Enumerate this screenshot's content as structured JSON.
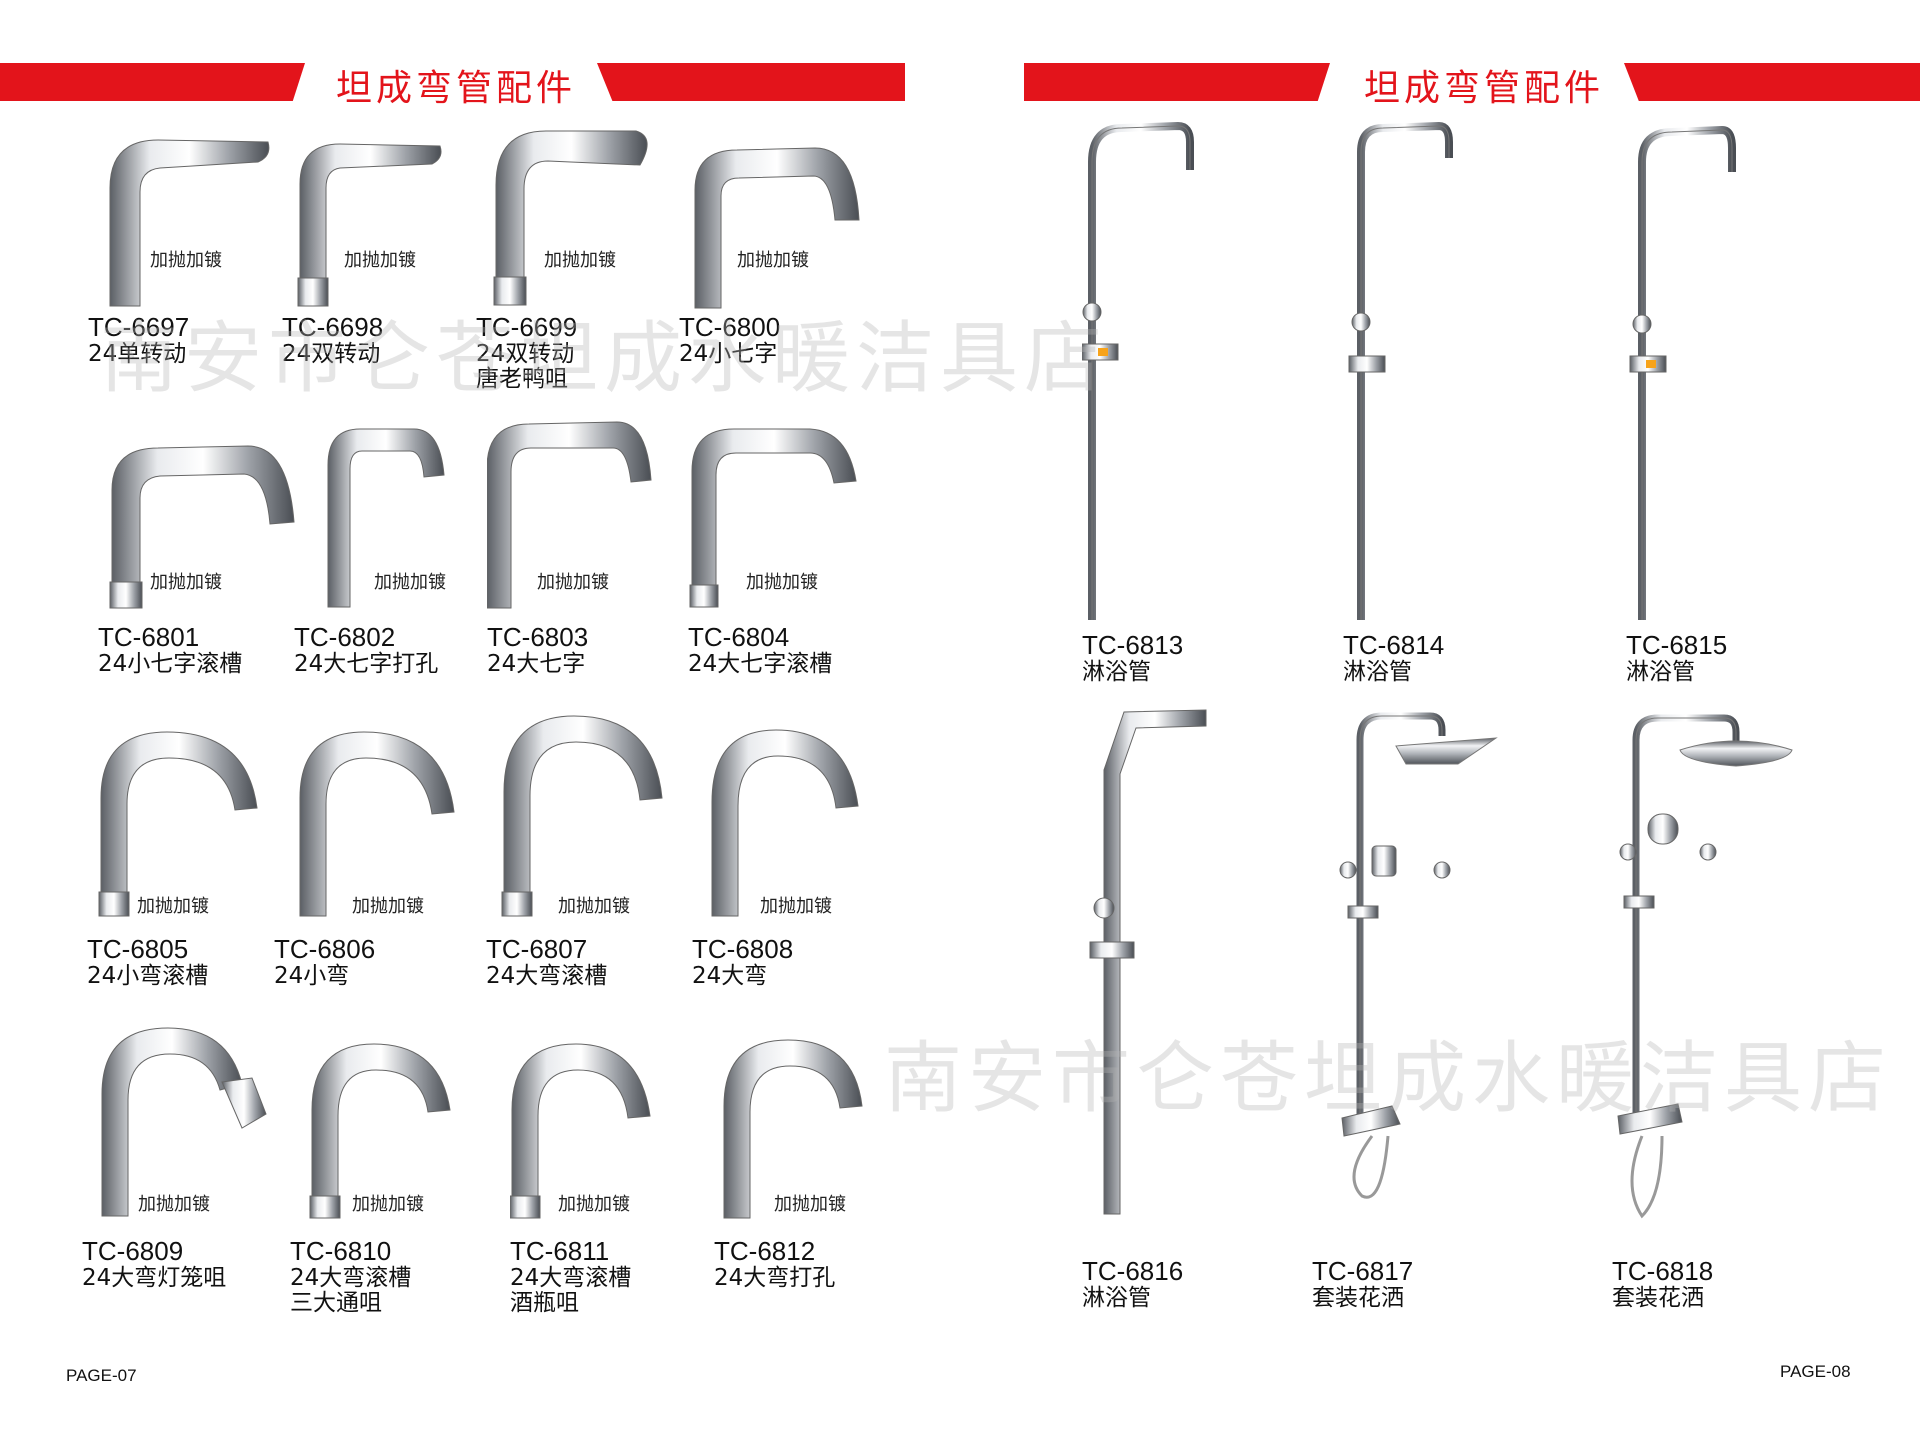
{
  "left_page": {
    "header_title": "坦成弯管配件",
    "page_label": "PAGE-07",
    "plating_label": "加抛加镀",
    "items": [
      {
        "code": "TC-6697",
        "desc": "24单转动"
      },
      {
        "code": "TC-6698",
        "desc": "24双转动"
      },
      {
        "code": "TC-6699",
        "desc": "24双转动\n唐老鸭咀"
      },
      {
        "code": "TC-6800",
        "desc": "24小七字"
      },
      {
        "code": "TC-6801",
        "desc": "24小七字滚槽"
      },
      {
        "code": "TC-6802",
        "desc": "24大七字打孔"
      },
      {
        "code": "TC-6803",
        "desc": "24大七字"
      },
      {
        "code": "TC-6804",
        "desc": "24大七字滚槽"
      },
      {
        "code": "TC-6805",
        "desc": "24小弯滚槽"
      },
      {
        "code": "TC-6806",
        "desc": "24小弯"
      },
      {
        "code": "TC-6807",
        "desc": "24大弯滚槽"
      },
      {
        "code": "TC-6808",
        "desc": "24大弯"
      },
      {
        "code": "TC-6809",
        "desc": "24大弯灯笼咀"
      },
      {
        "code": "TC-6810",
        "desc": "24大弯滚槽\n三大通咀"
      },
      {
        "code": "TC-6811",
        "desc": "24大弯滚槽\n酒瓶咀"
      },
      {
        "code": "TC-6812",
        "desc": "24大弯打孔"
      }
    ]
  },
  "right_page": {
    "header_title": "坦成弯管配件",
    "page_label": "PAGE-08",
    "items": [
      {
        "code": "TC-6813",
        "desc": "淋浴管"
      },
      {
        "code": "TC-6814",
        "desc": "淋浴管"
      },
      {
        "code": "TC-6815",
        "desc": "淋浴管"
      },
      {
        "code": "TC-6816",
        "desc": "淋浴管"
      },
      {
        "code": "TC-6817",
        "desc": "套装花洒"
      },
      {
        "code": "TC-6818",
        "desc": "套装花洒"
      }
    ]
  },
  "watermark_text": "南安市仑苍坦成水暖洁具店",
  "colors": {
    "accent": "#e3141b",
    "chrome": "#b9bcc0"
  }
}
